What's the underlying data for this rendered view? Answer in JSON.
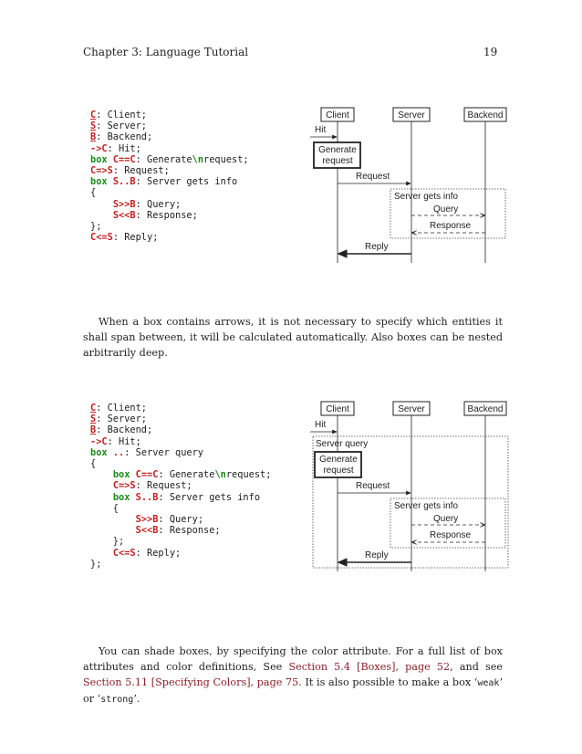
{
  "header": {
    "chapter": "Chapter 3: Language Tutorial",
    "page": "19"
  },
  "example1": {
    "lines": [
      "C: Client;",
      "S: Server;",
      "B: Backend;",
      "->C: Hit;",
      "box C==C: Generate\\nrequest;",
      "C=>S: Request;",
      "box S..B: Server gets info",
      "{",
      "    S>>B: Query;",
      "    S<<B: Response;",
      "};",
      "C<=S: Reply;"
    ],
    "diagram": {
      "entities": [
        "Client",
        "Server",
        "Backend"
      ],
      "hit": "Hit",
      "box_generate": [
        "Generate",
        "request"
      ],
      "request": "Request",
      "box_server": "Server gets info",
      "query": "Query",
      "response": "Response",
      "reply": "Reply"
    }
  },
  "paragraph1": "When a box contains arrows, it is not necessary to specify which entities it shall span between, it will be calculated automatically. Also boxes can be nested arbitrarily deep.",
  "example2": {
    "lines": [
      "C: Client;",
      "S: Server;",
      "B: Backend;",
      "->C: Hit;",
      "box ..: Server query",
      "{",
      "    box C==C: Generate\\nrequest;",
      "    C=>S: Request;",
      "    box S..B: Server gets info",
      "    {",
      "        S>>B: Query;",
      "        S<<B: Response;",
      "    };",
      "    C<=S: Reply;",
      "};"
    ],
    "diagram": {
      "entities": [
        "Client",
        "Server",
        "Backend"
      ],
      "hit": "Hit",
      "box_outer": "Server query",
      "box_generate": [
        "Generate",
        "request"
      ],
      "request": "Request",
      "box_server": "Server gets info",
      "query": "Query",
      "response": "Response",
      "reply": "Reply"
    }
  },
  "paragraph2": {
    "t1": "You can shade boxes, by specifying the color attribute. For a full list of box attributes and color definitions, See ",
    "link1": "Section 5.4 [Boxes], page 52",
    "t2": ", and see ",
    "link2": "Section 5.11 [Specifying Colors], page 75",
    "t3": ". It is also possible to make a box ‘",
    "code1": "weak",
    "t4": "’ or ‘",
    "code2": "strong",
    "t5": "’."
  }
}
